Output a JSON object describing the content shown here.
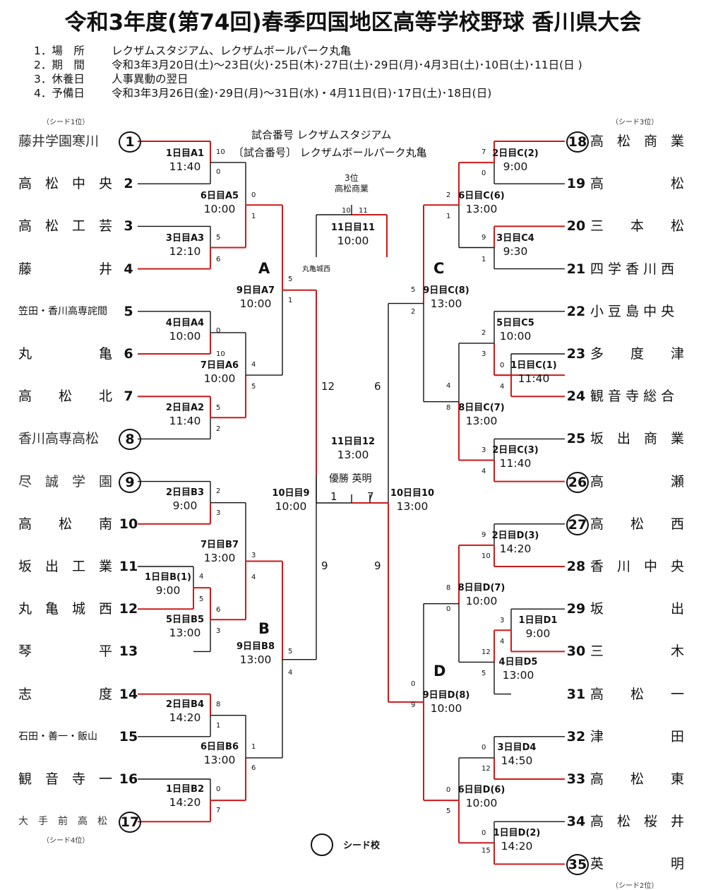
{
  "title": "令和3年度(第74回)春季四国地区高等学校野球 香川県大会",
  "info": [
    {
      "k": "1．場　所",
      "v": "レクザムスタジアム、レクザムボールパーク丸亀"
    },
    {
      "k": "2．期　間",
      "v": "令和3年3月20日(土)～23日(火)･25日(木)･27日(土)･29日(月)･4月3日(土)･10日(土)･11日(日 )"
    },
    {
      "k": "3．休養日",
      "v": "人事異動の翌日"
    },
    {
      "k": "4．予備日",
      "v": "令和3年3月26日(金)･29日(月)～31日(水)・4月11日(日)･17日(土)･18日(日)"
    }
  ],
  "venue_legend": [
    "試合番号 レクザムスタジアム",
    "〔試合番号〕 レクザムボールパーク丸亀"
  ],
  "seed_legend": "シード校",
  "left_teams": [
    {
      "no": "1",
      "name": "藤井学園寒川",
      "seed": true,
      "tag": "（シード1位）"
    },
    {
      "no": "2",
      "name": "高　松　中　央",
      "seed": false
    },
    {
      "no": "3",
      "name": "高　松　工　芸",
      "seed": false
    },
    {
      "no": "4",
      "name": "藤　　　　　井",
      "seed": false
    },
    {
      "no": "5",
      "name": "笠田・香川高専詫間",
      "seed": false
    },
    {
      "no": "6",
      "name": "丸　　　　　亀",
      "seed": false
    },
    {
      "no": "7",
      "name": "高　　松　　北",
      "seed": false
    },
    {
      "no": "8",
      "name": "香川高専高松",
      "seed": true
    },
    {
      "no": "9",
      "name": "尽　誠　学　園",
      "seed": true
    },
    {
      "no": "10",
      "name": "高　　松　　南",
      "seed": false
    },
    {
      "no": "11",
      "name": "坂　出　工　業",
      "seed": false
    },
    {
      "no": "12",
      "name": "丸　亀　城　西",
      "seed": false
    },
    {
      "no": "13",
      "name": "琴　　　　　平",
      "seed": false
    },
    {
      "no": "14",
      "name": "志　　　　　度",
      "seed": false
    },
    {
      "no": "15",
      "name": "石田・善一・飯山",
      "seed": false
    },
    {
      "no": "16",
      "name": "観　音　寺　一",
      "seed": false
    },
    {
      "no": "17",
      "name": "大　手　前　高　松",
      "seed": true,
      "tag": "（シード4位）"
    }
  ],
  "right_teams": [
    {
      "no": "18",
      "name": "高　松　商　業",
      "seed": true,
      "tag": "（シード3位）"
    },
    {
      "no": "19",
      "name": "高　　　　　松",
      "seed": false
    },
    {
      "no": "20",
      "name": "三　　本　　松",
      "seed": false
    },
    {
      "no": "21",
      "name": "四 学 香 川 西",
      "seed": false
    },
    {
      "no": "22",
      "name": "小 豆 島 中 央",
      "seed": false
    },
    {
      "no": "23",
      "name": "多　　度　　津",
      "seed": false
    },
    {
      "no": "24",
      "name": "観 音 寺 総 合",
      "seed": false
    },
    {
      "no": "25",
      "name": "坂　出　商　業",
      "seed": false
    },
    {
      "no": "26",
      "name": "高　　　　　瀬",
      "seed": true
    },
    {
      "no": "27",
      "name": "高　　松　　西",
      "seed": true
    },
    {
      "no": "28",
      "name": "香　川　中　央",
      "seed": false
    },
    {
      "no": "29",
      "name": "坂　　　　　出",
      "seed": false
    },
    {
      "no": "30",
      "name": "三　　　　　木",
      "seed": false
    },
    {
      "no": "31",
      "name": "高　　松　　一",
      "seed": false
    },
    {
      "no": "32",
      "name": "津　　　　　田",
      "seed": false
    },
    {
      "no": "33",
      "name": "高　　松　　東",
      "seed": false
    },
    {
      "no": "34",
      "name": "高　松　桜　井",
      "seed": false
    },
    {
      "no": "35",
      "name": "英　　　　　明",
      "seed": true,
      "tag": "（シード2位）"
    }
  ],
  "games": [
    {
      "key": "A1",
      "day": "1日目A1",
      "time": "11:40"
    },
    {
      "key": "A3",
      "day": "3日目A3",
      "time": "12:10"
    },
    {
      "key": "A5",
      "day": "6日目A5",
      "time": "10:00"
    },
    {
      "key": "A4",
      "day": "4日目A4",
      "time": "10:00"
    },
    {
      "key": "A2",
      "day": "2日目A2",
      "time": "11:40"
    },
    {
      "key": "A6",
      "day": "7日目A6",
      "time": "10:00"
    },
    {
      "key": "A7",
      "day": "9日目A7",
      "time": "10:00"
    },
    {
      "key": "B3",
      "day": "2日目B3",
      "time": "9:00"
    },
    {
      "key": "B1",
      "day": "1日目B(1)",
      "time": "9:00"
    },
    {
      "key": "B5",
      "day": "5日目B5",
      "time": "13:00"
    },
    {
      "key": "B7",
      "day": "7日目B7",
      "time": "13:00"
    },
    {
      "key": "B4",
      "day": "2日目B4",
      "time": "14:20"
    },
    {
      "key": "B2",
      "day": "1日目B2",
      "time": "14:20"
    },
    {
      "key": "B6",
      "day": "6日目B6",
      "time": "13:00"
    },
    {
      "key": "B8",
      "day": "9日目B8",
      "time": "13:00"
    },
    {
      "key": "G9",
      "day": "10日目9",
      "time": "10:00"
    },
    {
      "key": "C2",
      "day": "2日目C(2)",
      "time": "9:00"
    },
    {
      "key": "C4",
      "day": "3日目C4",
      "time": "9:30"
    },
    {
      "key": "C6",
      "day": "6日目C(6)",
      "time": "13:00"
    },
    {
      "key": "C5",
      "day": "5日目C5",
      "time": "10:00"
    },
    {
      "key": "C1",
      "day": "1日目C(1)",
      "time": "11:40"
    },
    {
      "key": "C3",
      "day": "2日目C(3)",
      "time": "11:40"
    },
    {
      "key": "C7",
      "day": "8日目C(7)",
      "time": "13:00"
    },
    {
      "key": "C8",
      "day": "9日目C(8)",
      "time": "13:00"
    },
    {
      "key": "D3",
      "day": "2日目D(3)",
      "time": "14:20"
    },
    {
      "key": "D1",
      "day": "1日目D1",
      "time": "9:00"
    },
    {
      "key": "D5",
      "day": "4日目D5",
      "time": "13:00"
    },
    {
      "key": "D7",
      "day": "8日目D(7)",
      "time": "10:00"
    },
    {
      "key": "D4",
      "day": "3日目D4",
      "time": "14:50"
    },
    {
      "key": "D2",
      "day": "1日目D(2)",
      "time": "14:20"
    },
    {
      "key": "D6",
      "day": "6日目D(6)",
      "time": "10:00"
    },
    {
      "key": "D8",
      "day": "9日目D(8)",
      "time": "10:00"
    },
    {
      "key": "G10",
      "day": "10日目10",
      "time": "13:00"
    },
    {
      "key": "G11",
      "day": "11日目11",
      "time": "10:00"
    },
    {
      "key": "G12",
      "day": "11日目12",
      "time": "13:00"
    }
  ],
  "blocks": [
    "A",
    "B",
    "C",
    "D"
  ],
  "third_place": {
    "label": "3位",
    "team": "高松商業",
    "loser": "丸亀城西"
  },
  "final": {
    "winner_label": "優勝 英明",
    "score_left": "1",
    "score_right": "7"
  },
  "semi_scores": {
    "g9_top": "12",
    "g9_bottom": "9",
    "g10_top": "6",
    "g10_bottom": "9",
    "g11_left": "10",
    "g11_right": "11"
  },
  "scores": [
    {
      "key": "A1",
      "a": "10",
      "b": "0"
    },
    {
      "key": "A3",
      "a": "5",
      "b": "6"
    },
    {
      "key": "A5",
      "a": "0",
      "b": "1"
    },
    {
      "key": "A4",
      "a": "0",
      "b": "10"
    },
    {
      "key": "A2",
      "a": "5",
      "b": "2"
    },
    {
      "key": "A6",
      "a": "4",
      "b": "5"
    },
    {
      "key": "A7",
      "a": "5",
      "b": "1"
    },
    {
      "key": "B3",
      "a": "2",
      "b": "3"
    },
    {
      "key": "B1",
      "a": "4",
      "b": "5"
    },
    {
      "key": "B5",
      "a": "6",
      "b": "3"
    },
    {
      "key": "B7",
      "a": "3",
      "b": "4"
    },
    {
      "key": "B4",
      "a": "8",
      "b": "1"
    },
    {
      "key": "B2",
      "a": "0",
      "b": "7"
    },
    {
      "key": "B6",
      "a": "1",
      "b": "6"
    },
    {
      "key": "B8",
      "a": "5",
      "b": "4"
    },
    {
      "key": "C2",
      "a": "7",
      "b": "0"
    },
    {
      "key": "C4",
      "a": "9",
      "b": "1"
    },
    {
      "key": "C6",
      "a": "2",
      "b": "1"
    },
    {
      "key": "C5",
      "a": "2",
      "b": "3"
    },
    {
      "key": "C1",
      "a": "0",
      "b": "4"
    },
    {
      "key": "C3",
      "a": "3",
      "b": "4"
    },
    {
      "key": "C7",
      "a": "4",
      "b": "8"
    },
    {
      "key": "C8",
      "a": "5",
      "b": "2"
    },
    {
      "key": "D3",
      "a": "9",
      "b": "10"
    },
    {
      "key": "D1",
      "a": "3",
      "b": "4"
    },
    {
      "key": "D5",
      "a": "12",
      "b": "5"
    },
    {
      "key": "D7",
      "a": "8",
      "b": "0"
    },
    {
      "key": "D4",
      "a": "0",
      "b": "12"
    },
    {
      "key": "D2",
      "a": "0",
      "b": "15"
    },
    {
      "key": "D6",
      "a": "0",
      "b": "5"
    },
    {
      "key": "D8",
      "a": "0",
      "b": "9"
    }
  ],
  "colors": {
    "win": "#cc1a1a",
    "line": "#111111"
  }
}
